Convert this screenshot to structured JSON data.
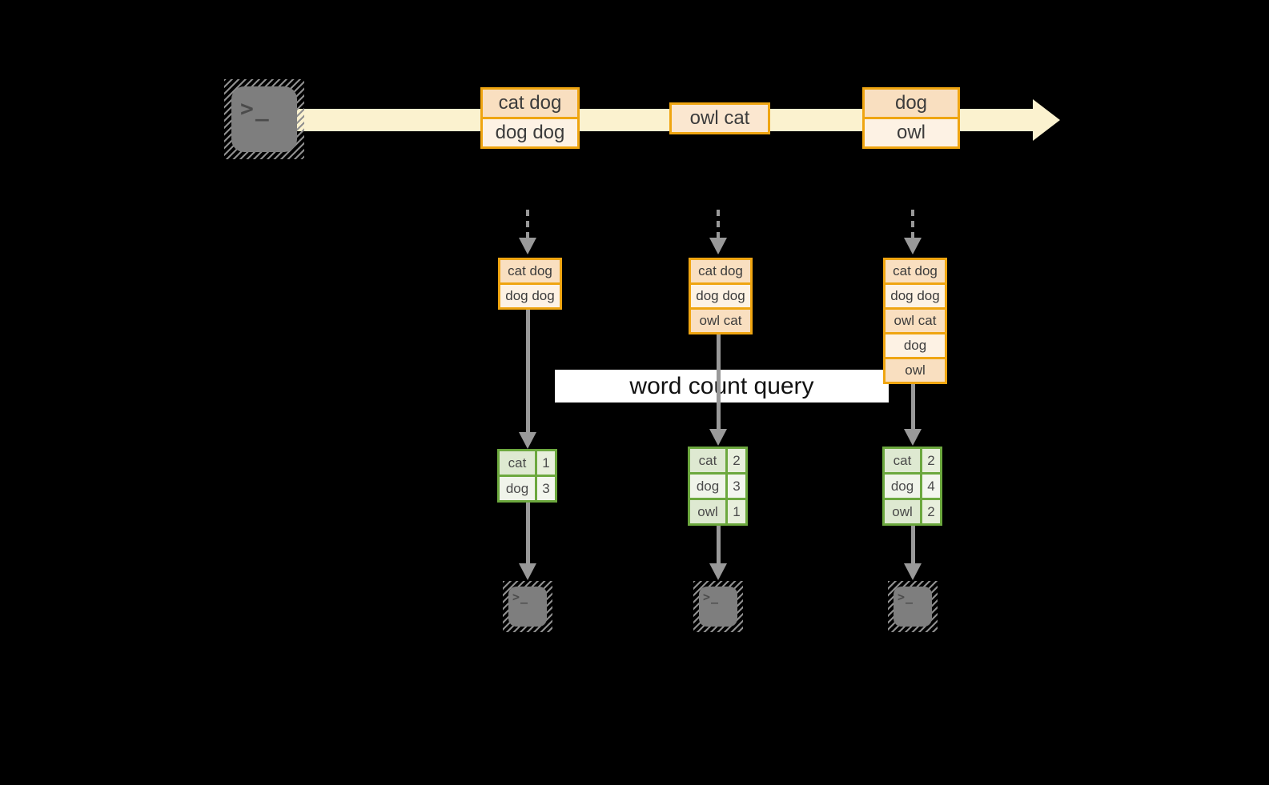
{
  "title_banner": {
    "label": "word count query"
  },
  "icons": {
    "terminal_prompt": ">_"
  },
  "colors": {
    "background": "#000000",
    "stream_band": "#FBF2CF",
    "orange_border": "#EFA511",
    "peach_row": "#F9DFC0",
    "cream_row": "#FDF2E4",
    "single_message_row": "#FBE7D0",
    "green_border": "#6CA83E",
    "green_cell_dark": "#DEE9D1",
    "green_cell_light": "#F0F4EA",
    "arrow_gray": "#999999",
    "terminal_gray": "#7E7E7E"
  },
  "stream": {
    "messages": [
      {
        "lines": [
          "cat dog",
          "dog dog"
        ]
      },
      {
        "lines": [
          "owl cat"
        ]
      },
      {
        "lines": [
          "dog",
          "owl"
        ]
      }
    ]
  },
  "columns": [
    {
      "buffer": [
        "cat dog",
        "dog dog"
      ],
      "counts": [
        {
          "word": "cat",
          "count": "1"
        },
        {
          "word": "dog",
          "count": "3"
        }
      ]
    },
    {
      "buffer": [
        "cat dog",
        "dog dog",
        "owl cat"
      ],
      "counts": [
        {
          "word": "cat",
          "count": "2"
        },
        {
          "word": "dog",
          "count": "3"
        },
        {
          "word": "owl",
          "count": "1"
        }
      ]
    },
    {
      "buffer": [
        "cat dog",
        "dog dog",
        "owl cat",
        "dog",
        "owl"
      ],
      "counts": [
        {
          "word": "cat",
          "count": "2"
        },
        {
          "word": "dog",
          "count": "4"
        },
        {
          "word": "owl",
          "count": "2"
        }
      ]
    }
  ]
}
